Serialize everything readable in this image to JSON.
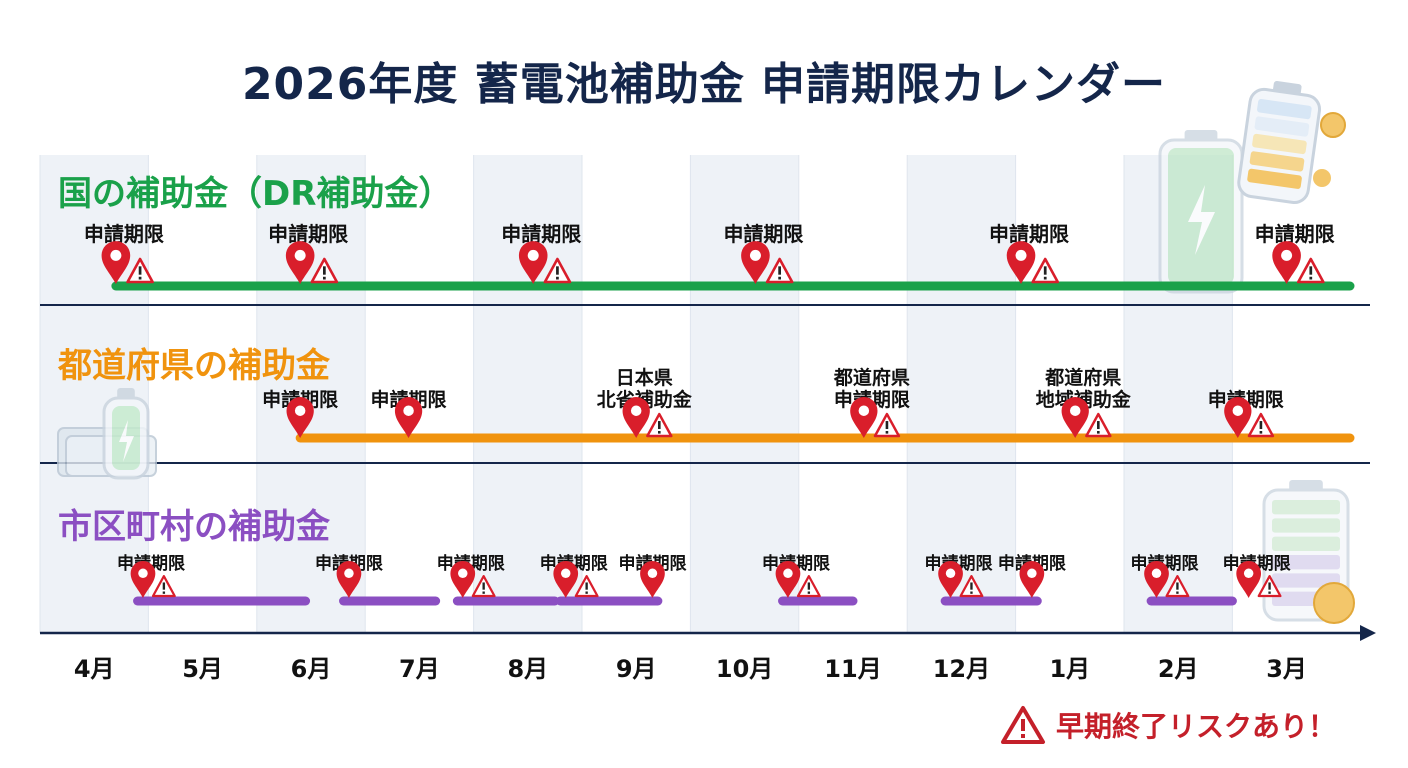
{
  "title": "2026年度 蓄電池補助金 申請期限カレンダー",
  "months": [
    "4月",
    "5月",
    "6月",
    "7月",
    "8月",
    "9月",
    "10月",
    "11月",
    "12月",
    "1月",
    "2月",
    "3月"
  ],
  "colors": {
    "national": "#1aa14a",
    "prefecture": "#f0930e",
    "municipal": "#8b4fc2",
    "pin": "#d91e2b",
    "warning": "#d91e2b",
    "title": "#14264a"
  },
  "sections": {
    "national": {
      "label": "国の補助金（DR補助金）",
      "markers": [
        {
          "month": 0.2,
          "label": "申請期限",
          "warning": true
        },
        {
          "month": 1.9,
          "label": "申請期限",
          "warning": true
        },
        {
          "month": 4.05,
          "label": "申請期限",
          "warning": true
        },
        {
          "month": 6.1,
          "label": "申請期限",
          "warning": true
        },
        {
          "month": 8.55,
          "label": "申請期限",
          "warning": true
        },
        {
          "month": 11.0,
          "label": "申請期限",
          "warning": true
        }
      ]
    },
    "prefecture": {
      "label": "都道府県の補助金",
      "markers": [
        {
          "month": 1.9,
          "label": "申請期限",
          "warning": false
        },
        {
          "month": 2.9,
          "label": "申請期限",
          "warning": false
        },
        {
          "month": 5.0,
          "label": "日本県\n北省補助金",
          "warning": true
        },
        {
          "month": 7.1,
          "label": "都道府県\n申請期限",
          "warning": true
        },
        {
          "month": 9.05,
          "label": "都道府県\n地域補助金",
          "warning": true
        },
        {
          "month": 10.55,
          "label": "申請期限",
          "warning": true
        }
      ]
    },
    "municipal": {
      "label": "市区町村の補助金",
      "bars": [
        [
          0.4,
          1.95
        ],
        [
          2.3,
          3.15
        ],
        [
          3.35,
          4.25
        ],
        [
          4.3,
          5.2
        ],
        [
          6.35,
          7.0
        ],
        [
          7.85,
          8.7
        ],
        [
          9.75,
          10.5
        ]
      ],
      "markers": [
        {
          "month": 0.45,
          "label": "申請期限",
          "warning": true
        },
        {
          "month": 2.35,
          "label": "申請期限",
          "warning": false
        },
        {
          "month": 3.4,
          "label": "申請期限",
          "warning": true
        },
        {
          "month": 4.35,
          "label": "申請期限",
          "warning": true
        },
        {
          "month": 5.15,
          "label": "申請期限",
          "warning": false
        },
        {
          "month": 6.4,
          "label": "申請期限",
          "warning": true
        },
        {
          "month": 7.9,
          "label": "申請期限",
          "warning": true
        },
        {
          "month": 8.65,
          "label": "申請期限",
          "warning": false
        },
        {
          "month": 9.8,
          "label": "申請期限",
          "warning": true
        },
        {
          "month": 10.65,
          "label": "申請期限",
          "warning": true
        }
      ]
    }
  },
  "legend_note": "早期終了リスクあり！",
  "icons": [
    "battery-icon",
    "coin-icon",
    "banknote-icon",
    "lightning-icon",
    "map-pin-icon",
    "warning-icon"
  ]
}
